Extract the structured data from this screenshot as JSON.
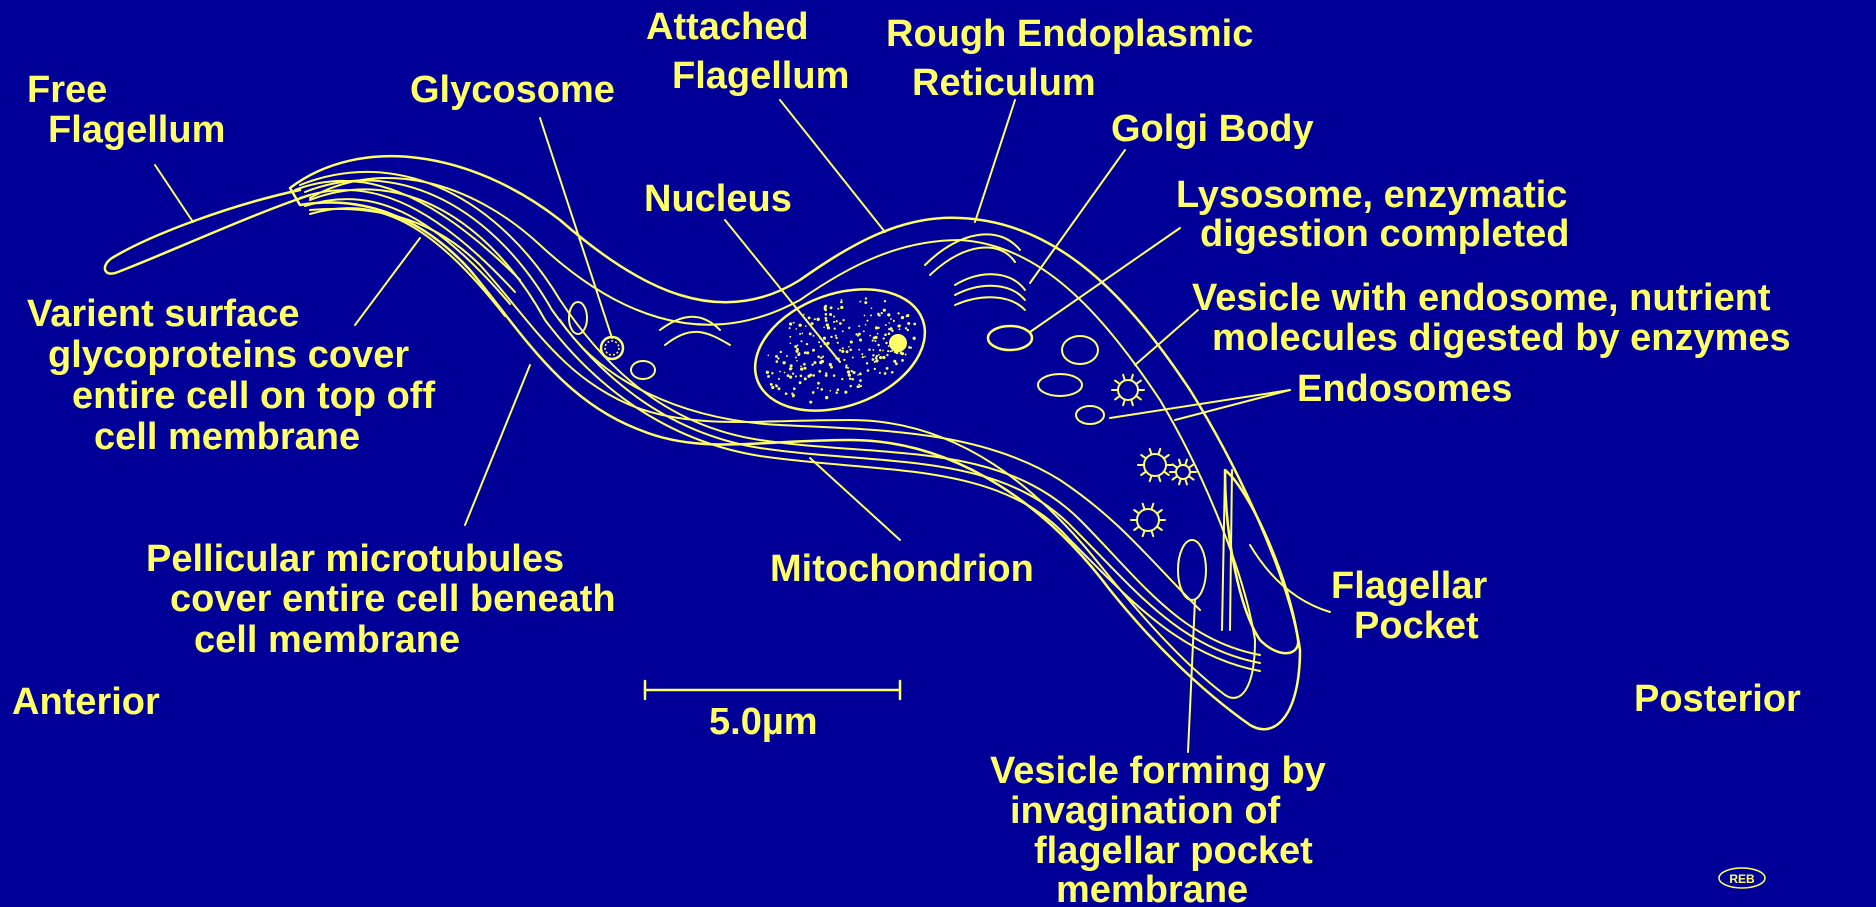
{
  "colors": {
    "background": "#000099",
    "ink": "#ffff66"
  },
  "labels": {
    "free_flagellum": [
      "Free",
      "Flagellum"
    ],
    "glycosome": [
      "Glycosome"
    ],
    "attached_flagellum": [
      "Attached",
      "Flagellum"
    ],
    "rough_er": [
      "Rough Endoplasmic",
      "Reticulum"
    ],
    "golgi_body": [
      "Golgi Body"
    ],
    "nucleus": [
      "Nucleus"
    ],
    "lysosome": [
      "Lysosome, enzymatic",
      "digestion completed"
    ],
    "vesicle_endosome": [
      "Vesicle with endosome, nutrient",
      "molecules digested by enzymes"
    ],
    "endosomes": [
      "Endosomes"
    ],
    "varient_surface": [
      "Varient surface",
      "glycoproteins cover",
      "entire cell on top off",
      "cell membrane"
    ],
    "pellicular": [
      "Pellicular microtubules",
      "cover entire cell beneath",
      "cell membrane"
    ],
    "mitochondrion": [
      "Mitochondrion"
    ],
    "flagellar_pocket": [
      "Flagellar",
      "Pocket"
    ],
    "anterior": [
      "Anterior"
    ],
    "posterior": [
      "Posterior"
    ],
    "scale_bar": [
      "5.0µm"
    ],
    "vesicle_forming": [
      "Vesicle forming by",
      "invagination of",
      "flagellar pocket",
      "membrane"
    ],
    "signature": [
      "REB"
    ]
  }
}
